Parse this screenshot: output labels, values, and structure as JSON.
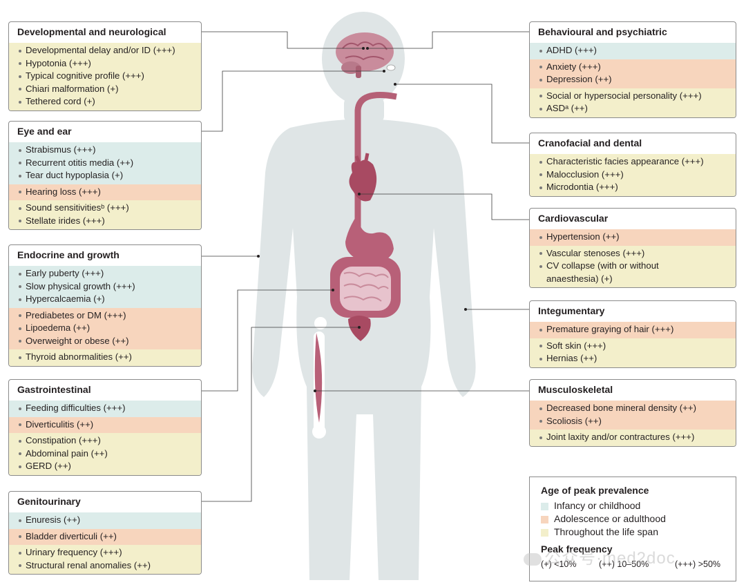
{
  "left_panels": [
    {
      "title": "Developmental and neurological",
      "groups": [
        {
          "color": "yellow",
          "items": [
            "Developmental delay and/or ID (+++)",
            "Hypotonia (+++)",
            "Typical cognitive profile (+++)",
            "Chiari malformation (+)",
            "Tethered cord (+)"
          ]
        }
      ]
    },
    {
      "title": "Eye and ear",
      "groups": [
        {
          "color": "teal",
          "items": [
            "Strabismus (+++)",
            "Recurrent otitis media (++)",
            "Tear duct hypoplasia (+)"
          ]
        },
        {
          "color": "peach",
          "items": [
            "Hearing loss (+++)"
          ]
        },
        {
          "color": "yellow",
          "items": [
            "Sound sensitivitiesᵇ (+++)",
            "Stellate irides (+++)"
          ]
        }
      ]
    },
    {
      "title": "Endocrine and growth",
      "groups": [
        {
          "color": "teal",
          "items": [
            "Early puberty (+++)",
            "Slow physical growth (+++)",
            "Hypercalcaemia (+)"
          ]
        },
        {
          "color": "peach",
          "items": [
            "Prediabetes or DM (+++)",
            "Lipoedema (++)",
            "Overweight or obese  (++)"
          ]
        },
        {
          "color": "yellow",
          "items": [
            "Thyroid abnormalities (++)"
          ]
        }
      ]
    },
    {
      "title": "Gastrointestinal",
      "groups": [
        {
          "color": "teal",
          "items": [
            "Feeding difficulties (+++)"
          ]
        },
        {
          "color": "peach",
          "items": [
            "Diverticulitis (++)"
          ]
        },
        {
          "color": "yellow",
          "items": [
            "Constipation (+++)",
            "Abdominal pain (++)",
            "GERD (++)"
          ]
        }
      ]
    },
    {
      "title": "Genitourinary",
      "groups": [
        {
          "color": "teal",
          "items": [
            "Enuresis (++)"
          ]
        },
        {
          "color": "peach",
          "items": [
            "Bladder diverticuli (++)"
          ]
        },
        {
          "color": "yellow",
          "items": [
            "Urinary frequency (+++)",
            "Structural renal anomalies (++)"
          ]
        }
      ]
    }
  ],
  "right_panels": [
    {
      "title": "Behavioural and psychiatric",
      "groups": [
        {
          "color": "teal",
          "items": [
            "ADHD (+++)"
          ]
        },
        {
          "color": "peach",
          "items": [
            "Anxiety (+++)",
            "Depression (++)"
          ]
        },
        {
          "color": "yellow",
          "items": [
            "Social or hypersocial personality (+++)",
            "ASDᵃ (++)"
          ]
        }
      ]
    },
    {
      "title": "Cranofacial and dental",
      "groups": [
        {
          "color": "yellow",
          "items": [
            "Characteristic facies appearance (+++)",
            "Malocclusion (+++)",
            "Microdontia (+++)"
          ]
        }
      ]
    },
    {
      "title": "Cardiovascular",
      "groups": [
        {
          "color": "peach",
          "items": [
            "Hypertension (++)"
          ]
        },
        {
          "color": "yellow",
          "items": [
            "Vascular stenoses (+++)",
            "CV collapse (with or without",
            "anaesthesia) (+)"
          ]
        }
      ]
    },
    {
      "title": "Integumentary",
      "groups": [
        {
          "color": "peach",
          "items": [
            "Premature graying of hair (+++)"
          ]
        },
        {
          "color": "yellow",
          "items": [
            "Soft skin (+++)",
            "Hernias (++)"
          ]
        }
      ]
    },
    {
      "title": "Musculoskeletal",
      "groups": [
        {
          "color": "peach",
          "items": [
            "Decreased bone mineral density (++)",
            "Scoliosis (++)"
          ]
        },
        {
          "color": "yellow",
          "items": [
            "Joint laxity and/or contractures (+++)"
          ]
        }
      ]
    }
  ],
  "legend": {
    "title": "Age of peak prevalence",
    "rows": [
      {
        "color": "#dcecea",
        "label": "Infancy or childhood"
      },
      {
        "color": "#f7d5bd",
        "label": "Adolescence or adulthood"
      },
      {
        "color": "#f3efcb",
        "label": "Throughout the life span"
      }
    ],
    "freq_title": "Peak frequency",
    "freq": [
      "(+) <10%",
      "(++) 10–50%",
      "(+++) >50%"
    ]
  },
  "watermark": "公众号·med2doc",
  "colors": {
    "teal": "#dcecea",
    "peach": "#f7d5bd",
    "yellow": "#f3efcb",
    "organ": "#a84a62",
    "silhouette": "#dfe5e6"
  }
}
